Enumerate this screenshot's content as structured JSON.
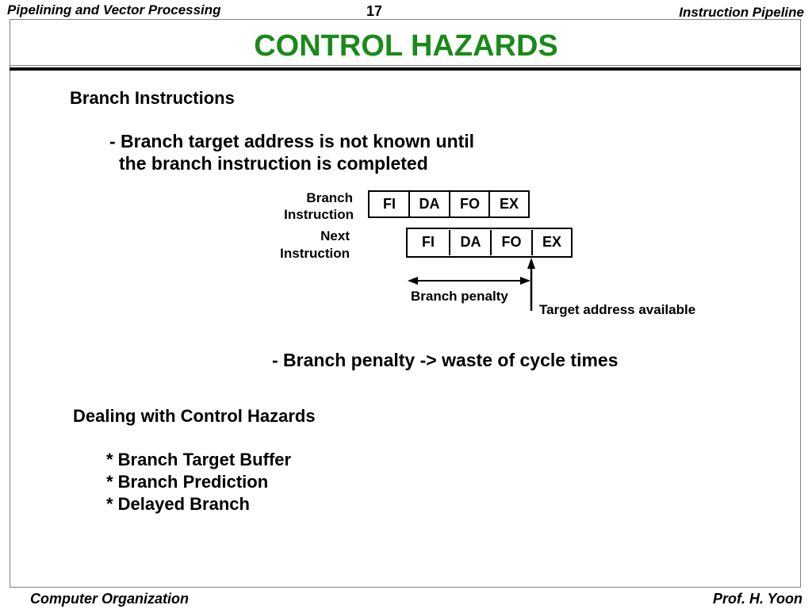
{
  "header": {
    "left": "Pipelining and Vector Processing",
    "page_number": "17",
    "right": "Instruction Pipeline"
  },
  "title": "CONTROL  HAZARDS",
  "section1": {
    "heading": "Branch Instructions",
    "bullet_line1": "- Branch target address is not known until",
    "bullet_line2": "the branch instruction is completed"
  },
  "diagram": {
    "row1_label_line1": "Branch",
    "row1_label_line2": "Instruction",
    "row1_stages": [
      "FI",
      "DA",
      "FO",
      "EX"
    ],
    "row2_label_line1": "Next",
    "row2_label_line2": "Instruction",
    "row2_stages": [
      "FI",
      "DA",
      "FO",
      "EX"
    ],
    "penalty_label": "Branch penalty",
    "target_label": "Target address available"
  },
  "penalty_note": "- Branch penalty -> waste of cycle times",
  "section2": {
    "heading": "Dealing with Control Hazards",
    "items": [
      "* Branch Target Buffer",
      "* Branch Prediction",
      "* Delayed Branch"
    ]
  },
  "footer": {
    "left": "Computer Organization",
    "right": "Prof.  H. Yoon"
  }
}
